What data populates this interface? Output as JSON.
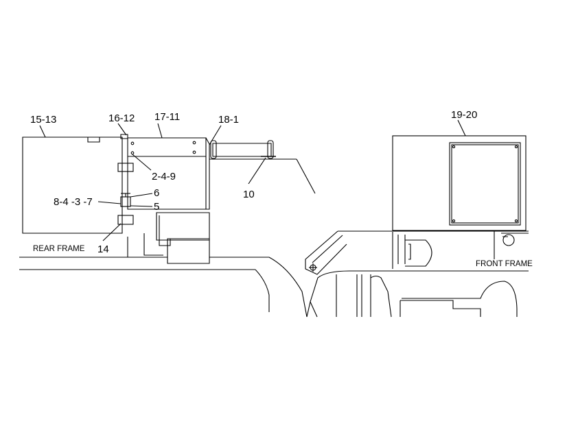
{
  "diagram": {
    "callouts": {
      "c15_13": "15-13",
      "c16_12": "16-12",
      "c17_11": "17-11",
      "c18_1": "18-1",
      "c19_20": "19-20",
      "c2_4_9": "2-4-9",
      "c6": "6",
      "c8_4_3_7": "8-4 -3 -7",
      "c5": "5",
      "c14": "14",
      "c10": "10"
    },
    "labels": {
      "rear_frame": "REAR FRAME",
      "front_frame": "FRONT FRAME"
    }
  }
}
